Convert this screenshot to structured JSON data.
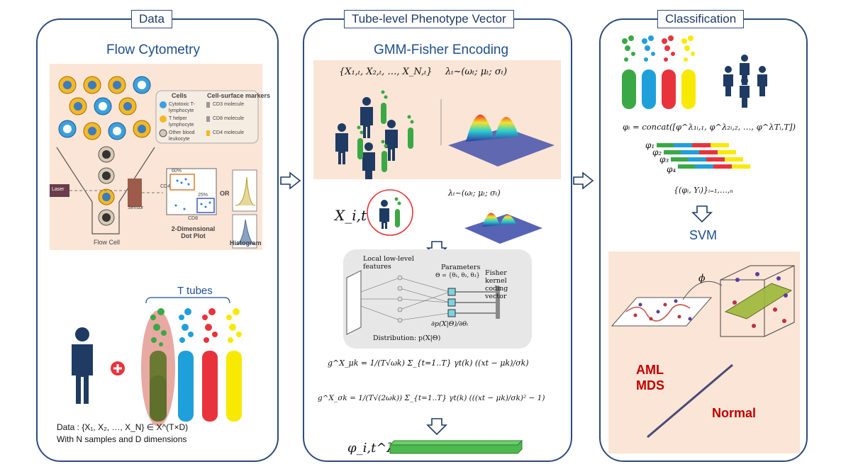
{
  "panels": {
    "data": {
      "tab": "Data",
      "title": "Flow Cytometry",
      "legend": {
        "cells_header": "Cells",
        "markers_header": "Cell-surface markers",
        "cells": [
          "Cytotoxic T-lymphocyte",
          "T helper lymphocyte",
          "Other blood leukocyte"
        ],
        "markers": [
          "CD3 molecule",
          "CD8 molecule",
          "CD4 molecule"
        ]
      },
      "laser_label": "Laser",
      "sensor_label": "Sensor",
      "flow_cell_label": "Flow Cell",
      "dotplot_label": "2-Dimensional Dot Plot",
      "histogram_label": "Histogram",
      "or_label": "OR",
      "cd4_axis": "CD4",
      "cd8_axis": "CD8",
      "q1_pct": "60%",
      "q2_pct": "25%",
      "tubes_label": "T tubes",
      "data_line1": "Data : {X₁, X₂, …, X_N} ∈ X^(T×D)",
      "data_line2": "With N samples and D dimensions"
    },
    "encoding": {
      "tab": "Tube-level Phenotype Vector",
      "title": "GMM-Fisher Encoding",
      "set_formula": "{X₁,ₜ, X₂,ₜ, …, X_N,ₜ}",
      "lambda_formula": "λₜ~(ωₜ; μₜ; σₜ)",
      "xit_label": "X_i,t",
      "lambda_formula_small": "λₜ~(ωₜ; μₜ; σₜ)",
      "fisher": {
        "local_features": "Local low-level features",
        "parameters": "Parameters",
        "theta": "Θ = {θ₁, θ₂, θ₃}",
        "kernel": "Fisher kernel coding vector",
        "gradient": "∂p(X|Θ)/∂θᵢ",
        "distribution": "Distribution:  p(X|Θ)"
      },
      "g_mu": "g^X_μk = 1/(T√ωk) Σ_{t=1..T} γt(k) ((xt − μk)/σk)",
      "g_sigma": "g^X_σk = 1/(T√(2ωk)) Σ_{t=1..T} γt(k) (((xt − μk)/σk)² − 1)",
      "phi_label": "φ_i,t^λt"
    },
    "classification": {
      "tab": "Classification",
      "phi_concat": "φᵢ = concat([φ^λ₁ᵢ,₁, φ^λ₂ᵢ,₂, …, φ^λTᵢ,T])",
      "phi_labels": [
        "φ₁",
        "φ₂",
        "φ₃",
        "φ₄"
      ],
      "pairs": "{(φᵢ, Yᵢ)}ᵢ₌₁,…,ₙ",
      "svm": "SVM",
      "map_label": "ϕ",
      "classes": [
        "AML",
        "MDS",
        "Normal"
      ]
    }
  },
  "colors": {
    "border": "#2f4b7c",
    "peach": "#fbe5d6",
    "tube_green": "#3aa845",
    "tube_blue": "#1fa0db",
    "tube_red": "#e8333c",
    "tube_yellow": "#f7ea00",
    "class_red": "#c00000"
  }
}
